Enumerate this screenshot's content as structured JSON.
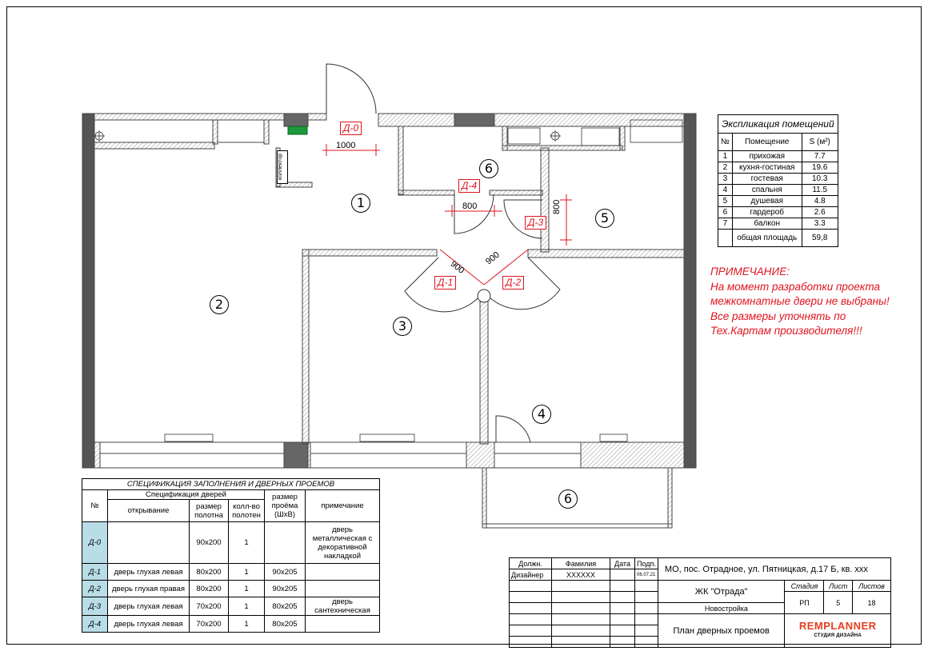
{
  "plan": {
    "rooms": [
      "1",
      "2",
      "3",
      "4",
      "5",
      "6",
      "6"
    ],
    "kollector": "коллектор",
    "doors": [
      {
        "code": "Д-0",
        "dim": "1000"
      },
      {
        "code": "Д-4",
        "dim": "800"
      },
      {
        "code": "Д-3",
        "dim": "800"
      },
      {
        "code": "Д-1",
        "dim": "900"
      },
      {
        "code": "Д-2",
        "dim": "900"
      }
    ]
  },
  "explication": {
    "title": "Экспликация помещений",
    "headers": [
      "№",
      "Помещение",
      "S (м²)"
    ],
    "rows": [
      [
        "1",
        "прихожая",
        "7.7"
      ],
      [
        "2",
        "кухня-гостиная",
        "19.6"
      ],
      [
        "3",
        "гостевая",
        "10.3"
      ],
      [
        "4",
        "спальня",
        "11.5"
      ],
      [
        "5",
        "душевая",
        "4.8"
      ],
      [
        "6",
        "гардероб",
        "2.6"
      ],
      [
        "7",
        "балкон",
        "3.3"
      ]
    ],
    "total_label": "общая площадь",
    "total_value": "59,8"
  },
  "note": {
    "lines": [
      "ПРИМЕЧАНИЕ:",
      "На момент разработки проекта",
      "межкомнатные двери не выбраны!",
      "Все размеры уточнять по",
      "Тех.Картам производителя!!!"
    ]
  },
  "spec": {
    "title": "СПЕЦИФИКАЦИЯ ЗАПОЛНЕНИЯ И ДВЕРНЫХ ПРОЕМОВ",
    "h_num": "№",
    "h_doors": "Спецификация дверей",
    "h_open": "открывание",
    "h_size": "размер полотна",
    "h_count": "колл-во полотен",
    "h_opening": "размер проёма (ШхВ)",
    "h_note": "примечание",
    "rows": [
      {
        "code": "Д-0",
        "open": "",
        "size": "90х200",
        "count": "1",
        "opening": "",
        "note": "дверь металлическая с декоративной накладкой"
      },
      {
        "code": "Д-1",
        "open": "дверь глухая левая",
        "size": "80х200",
        "count": "1",
        "opening": "90х205",
        "note": ""
      },
      {
        "code": "Д-2",
        "open": "дверь глухая правая",
        "size": "80х200",
        "count": "1",
        "opening": "90х205",
        "note": ""
      },
      {
        "code": "Д-3",
        "open": "дверь глухая левая",
        "size": "70х200",
        "count": "1",
        "opening": "80х205",
        "note": "дверь сантехническая"
      },
      {
        "code": "Д-4",
        "open": "дверь глухая левая",
        "size": "70х200",
        "count": "1",
        "opening": "80х205",
        "note": ""
      }
    ]
  },
  "stamp": {
    "h_pos": "Должн.",
    "h_name": "Фамилия",
    "h_date": "Дата",
    "h_sign": "Подп.",
    "pos": "Дизайнер",
    "name": "XXXXXX",
    "date": "06.07.21",
    "address": "МО, пос. Отрадное, ул. Пятницкая, д.17 Б, кв. ххх",
    "complex": "ЖК \"Отрада\"",
    "type": "Новостройка",
    "sheet_title": "План дверных проемов",
    "h_stage": "Стадия",
    "h_sheet": "Лист",
    "h_sheets": "Листов",
    "stage": "РП",
    "sheet": "5",
    "sheets": "18",
    "logo_main": "REMPLANNER",
    "logo_sub": "СТУДИЯ ДИЗАЙНА"
  }
}
